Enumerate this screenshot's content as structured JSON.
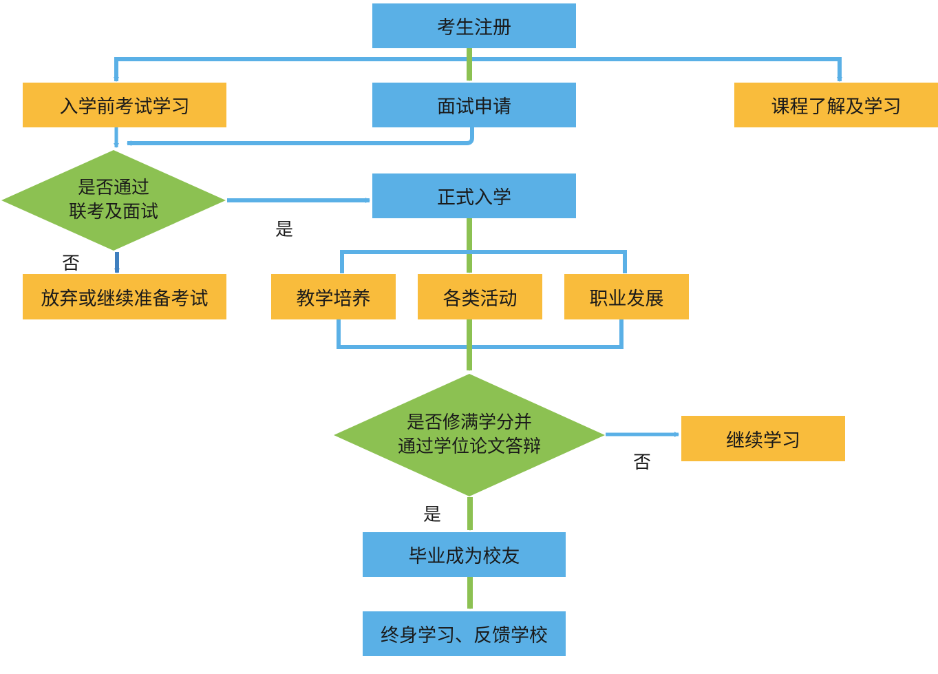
{
  "nodes": {
    "register": "考生注册",
    "pre_exam_study": "入学前考试学习",
    "interview_apply": "面试申请",
    "course_learn": "课程了解及学习",
    "decision_pass_exam_line1": "是否通过",
    "decision_pass_exam_line2": "联考及面试",
    "formal_enroll": "正式入学",
    "give_up_or_retry": "放弃或继续准备考试",
    "teaching": "教学培养",
    "activities": "各类活动",
    "career": "职业发展",
    "decision_credits_line1": "是否修满学分并",
    "decision_credits_line2": "通过学位论文答辩",
    "continue_study": "继续学习",
    "graduate_alumni": "毕业成为校友",
    "lifelong_learning": "终身学习、反馈学校"
  },
  "edge_labels": {
    "yes_to_enroll": "是",
    "no_give_up": "否",
    "no_continue": "否",
    "yes_graduate": "是"
  },
  "colors": {
    "blue_box": "#5ab0e6",
    "orange_box": "#f9bc3c",
    "green_decision": "#8cc152",
    "blue_line": "#5ab0e6",
    "green_line": "#8cc152"
  }
}
